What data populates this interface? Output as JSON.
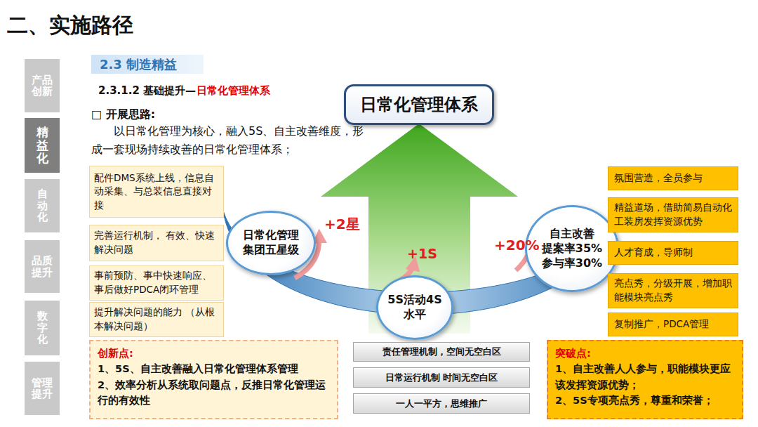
{
  "diagram": {
    "title": "二、实施路径",
    "nodes": [
      {
        "text": [
          "产品创新"
        ]
      },
      {
        "text": [
          "精益化"
        ]
      },
      {
        "text": [
          "自动化"
        ]
      },
      {
        "text": [
          "品质提升"
        ]
      },
      {
        "text": [
          "数字化"
        ]
      },
      {
        "text": [
          "管理提升"
        ]
      },
      {
        "text": [
          "2.3 制造精益"
        ]
      },
      {
        "text": [
          "日常化管理体系"
        ]
      },
      {
        "text": [
          "配件DMS系统上线，信息自动采集、与总装信息直接对接"
        ]
      },
      {
        "text": [
          "完善运行机制， 有效、快速解决问题"
        ]
      },
      {
        "text": [
          "事前预防、事中快速响应、事后做好PDCA闭环管理"
        ]
      },
      {
        "text": [
          "提升解决问题的能力 （从根本解决问题）"
        ]
      },
      {
        "text": [
          "日常化管理",
          "集团五星级"
        ]
      },
      {
        "text": [
          "自主改善",
          "提案率35%",
          "参与率30%"
        ]
      },
      {
        "text": [
          "5S活动4S",
          "水平"
        ]
      },
      {
        "text": [
          "氛围营造，全员参与"
        ]
      },
      {
        "text": [
          "精益道场，借助简易自动化工装房发挥资源优势"
        ]
      },
      {
        "text": [
          "人才育成，导师制"
        ]
      },
      {
        "text": [
          "亮点秀，分级开展，增加职能模块亮点秀"
        ]
      },
      {
        "text": [
          "复制推广，PDCA管理"
        ]
      },
      {
        "text": [
          "责任管理机制，空间无空白区"
        ]
      },
      {
        "text": [
          "日常运行机制 时间无空白区"
        ]
      },
      {
        "text": [
          "一人一平方，思维推广"
        ]
      },
      {
        "text": [
          "创新点:",
          "1、5S、自主改善融入日常化管理体系管理",
          "2、效率分析从系统取问题点，反推日常化管理运行的有效性"
        ]
      },
      {
        "text": [
          "突破点:",
          "1、自主改善人人参与，职能模块更应该发挥资源优势；",
          "2、5S专项亮点秀，尊重和荣誉；"
        ]
      }
    ],
    "labels": [
      "2.3.1.2 基础提升—",
      "日常化管理体系",
      "□ 开展思路:",
      "以日常化管理为核心，融入5S、自主改善维度，形成一套现场持续改善的日常化管理体系；",
      "+2星",
      "+1S",
      "+20%"
    ]
  }
}
